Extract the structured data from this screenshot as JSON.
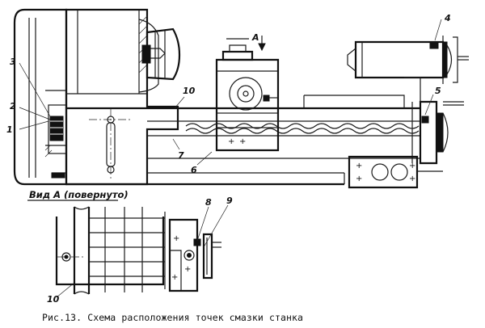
{
  "figure": {
    "caption": "Рис.13. Схема расположения точек смазки станка",
    "view_title": "Вид А (повернуто)",
    "view_arrow_label": "А",
    "callouts": {
      "c1": "1",
      "c2": "2",
      "c3": "3",
      "c4": "4",
      "c5": "5",
      "c6": "6",
      "c7": "7",
      "c8": "8",
      "c9": "9",
      "c10_top": "10",
      "c10_bottom": "10"
    }
  }
}
